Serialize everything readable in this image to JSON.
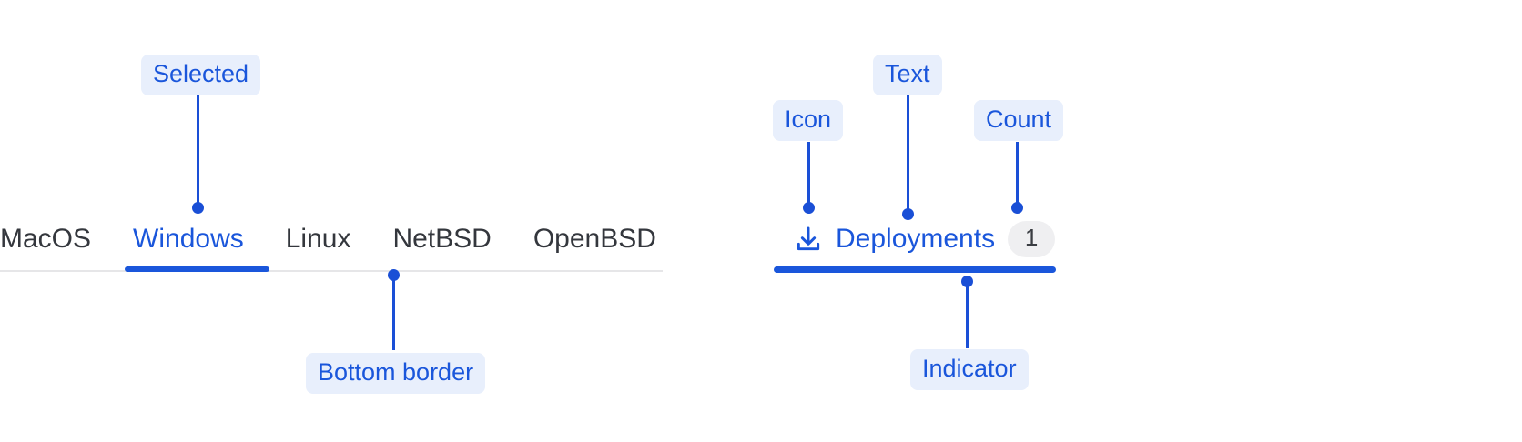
{
  "left_group": {
    "tabs": [
      {
        "label": "MacOS",
        "selected": false
      },
      {
        "label": "Windows",
        "selected": true
      },
      {
        "label": "Linux",
        "selected": false
      },
      {
        "label": "NetBSD",
        "selected": false
      },
      {
        "label": "OpenBSD",
        "selected": false
      }
    ],
    "annotations": {
      "selected": "Selected",
      "bottom_border": "Bottom border"
    }
  },
  "right_group": {
    "tab": {
      "icon": "download-icon",
      "text": "Deployments",
      "count": "1"
    },
    "annotations": {
      "icon": "Icon",
      "text": "Text",
      "count": "Count",
      "indicator": "Indicator"
    }
  },
  "colors": {
    "accent": "#1a56db",
    "leader": "#1a4fd6",
    "badge_bg": "#e8effc",
    "tab_inactive": "#34373d",
    "divider": "#e6e6e8",
    "count_bg": "#efeff1",
    "count_text": "#3a3d42"
  }
}
